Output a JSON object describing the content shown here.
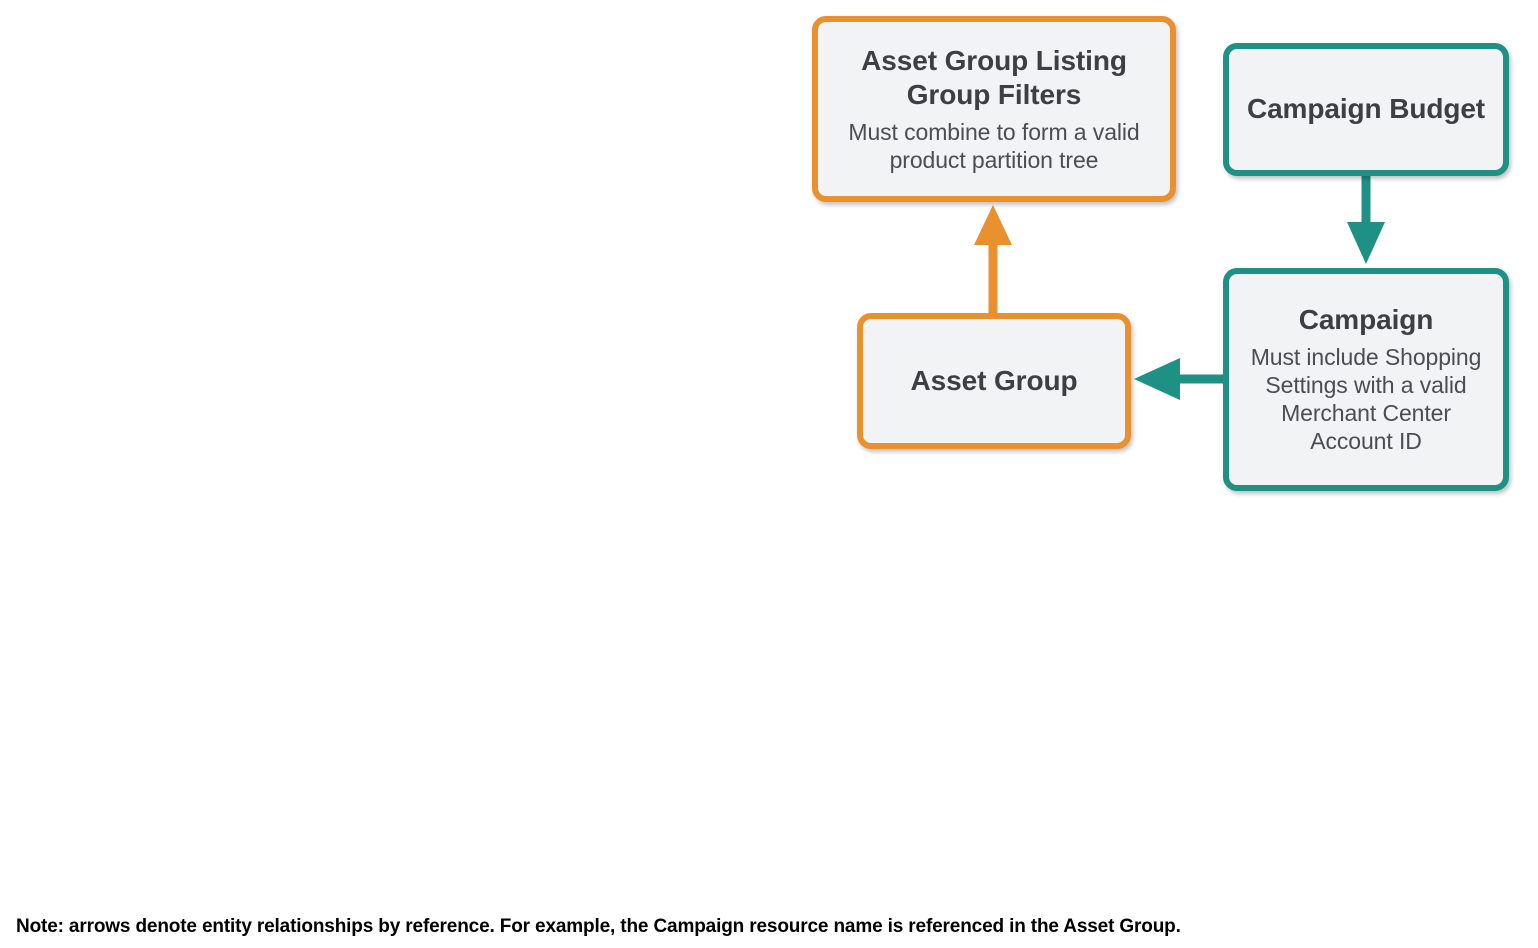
{
  "diagram": {
    "type": "entity-relationship-diagram",
    "colors": {
      "orange": "#E8912E",
      "teal": "#1E9184",
      "node_fill": "#F1F3F4",
      "title_text": "#3C4043",
      "body_text": "#4A4E52",
      "note_text": "#000000",
      "background": "#FFFFFF"
    },
    "nodes": [
      {
        "id": "asset-group-listing-group-filters",
        "title": "Asset Group Listing Group Filters",
        "description": "Must combine to form a valid product partition tree",
        "color": "orange"
      },
      {
        "id": "campaign-budget",
        "title": "Campaign Budget",
        "description": "",
        "color": "teal"
      },
      {
        "id": "asset-group",
        "title": "Asset Group",
        "description": "",
        "color": "orange"
      },
      {
        "id": "campaign",
        "title": "Campaign",
        "description": "Must include Shopping Settings with a valid Merchant Center Account ID",
        "color": "teal"
      }
    ],
    "edges": [
      {
        "id": "asset-group-to-filters",
        "from": "asset-group",
        "to": "asset-group-listing-group-filters",
        "color": "orange",
        "direction": "up"
      },
      {
        "id": "campaign-budget-to-campaign",
        "from": "campaign-budget",
        "to": "campaign",
        "color": "teal",
        "direction": "down"
      },
      {
        "id": "campaign-to-asset-group",
        "from": "campaign",
        "to": "asset-group",
        "color": "teal",
        "direction": "left"
      }
    ]
  },
  "footer": {
    "note": "Note: arrows denote entity relationships by reference. For example, the Campaign resource name is referenced in the Asset Group."
  }
}
